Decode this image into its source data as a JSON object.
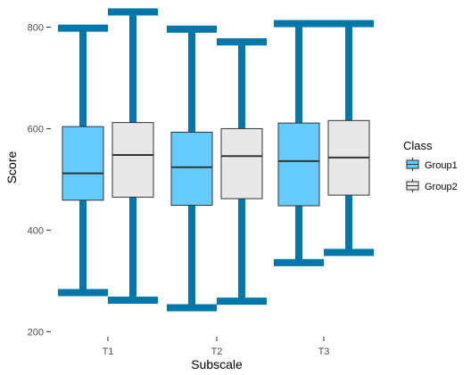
{
  "chart_data": {
    "type": "boxplot",
    "title": "",
    "xlabel": "Subscale",
    "ylabel": "Score",
    "ylim": [
      190,
      843
    ],
    "y_ticks": [
      200,
      400,
      600,
      800
    ],
    "categories": [
      "T1",
      "T2",
      "T3"
    ],
    "grid": false,
    "legend": {
      "title": "Class",
      "position": "right"
    },
    "whisker_color": "#0077aa",
    "series": [
      {
        "name": "Group1",
        "fill": "#66ccff",
        "boxes": [
          {
            "category": "T1",
            "min": 277,
            "q1": 459,
            "median": 512,
            "q3": 604,
            "max": 798
          },
          {
            "category": "T2",
            "min": 247,
            "q1": 449,
            "median": 524,
            "q3": 593,
            "max": 796
          },
          {
            "category": "T3",
            "min": 336,
            "q1": 448,
            "median": 536,
            "q3": 611,
            "max": 807
          }
        ]
      },
      {
        "name": "Group2",
        "fill": "#e8e8e8",
        "boxes": [
          {
            "category": "T1",
            "min": 262,
            "q1": 465,
            "median": 548,
            "q3": 612,
            "max": 830
          },
          {
            "category": "T2",
            "min": 260,
            "q1": 462,
            "median": 546,
            "q3": 600,
            "max": 771
          },
          {
            "category": "T3",
            "min": 356,
            "q1": 469,
            "median": 543,
            "q3": 616,
            "max": 807
          }
        ]
      }
    ]
  }
}
